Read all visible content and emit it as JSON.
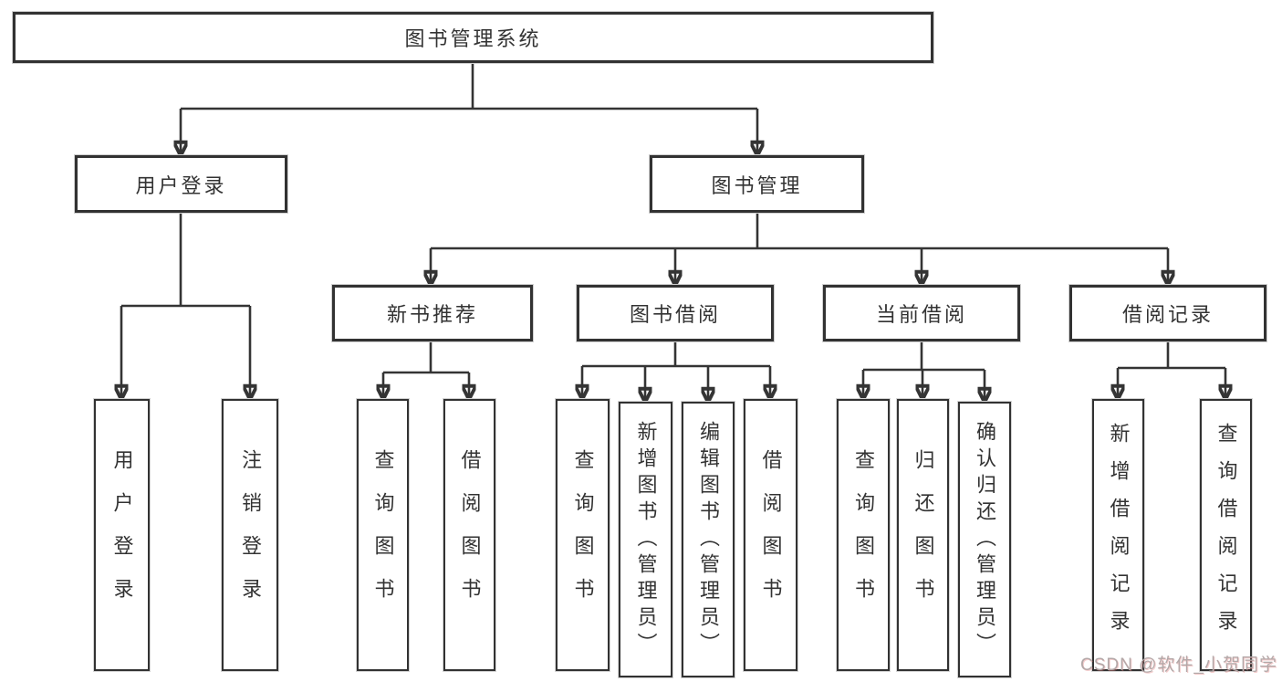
{
  "tree": {
    "label": "图书管理系统",
    "children": [
      {
        "label": "用户登录",
        "children": [
          {
            "label": "用户登录"
          },
          {
            "label": "注销登录"
          }
        ]
      },
      {
        "label": "图书管理",
        "children": [
          {
            "label": "新书推荐",
            "children": [
              {
                "label": "查询图书"
              },
              {
                "label": "借阅图书"
              }
            ]
          },
          {
            "label": "图书借阅",
            "children": [
              {
                "label": "查询图书"
              },
              {
                "label": "新增图书（管理员）"
              },
              {
                "label": "编辑图书（管理员）"
              },
              {
                "label": "借阅图书"
              }
            ]
          },
          {
            "label": "当前借阅",
            "children": [
              {
                "label": "查询图书"
              },
              {
                "label": "归还图书"
              },
              {
                "label": "确认归还（管理员）"
              }
            ]
          },
          {
            "label": "借阅记录",
            "children": [
              {
                "label": "新增借阅记录"
              },
              {
                "label": "查询借阅记录"
              }
            ]
          }
        ]
      }
    ]
  },
  "watermark": {
    "text": "CSDN @软件_小贺同学"
  },
  "colors": {
    "line": "#343434",
    "box_border": "#323232",
    "text": "#333333",
    "watermark": "#b3a8a8",
    "background": "#ffffff"
  }
}
